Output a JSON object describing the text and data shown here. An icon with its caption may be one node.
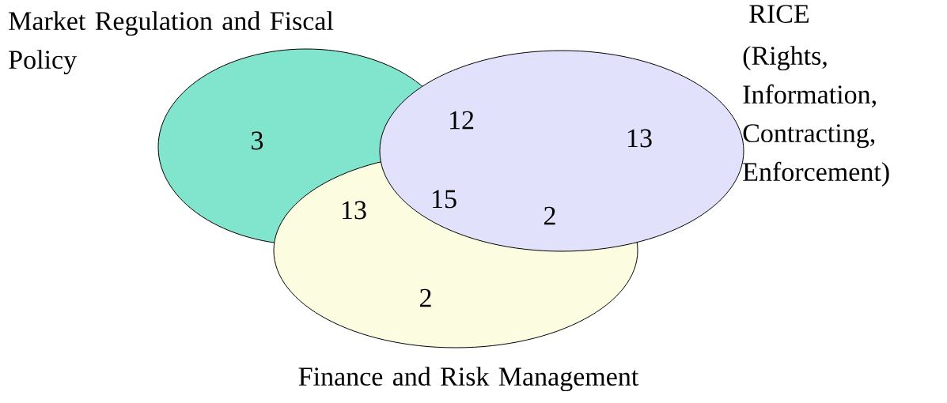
{
  "diagram": {
    "nodes": [
      {
        "text": [
          "Market Regulation and Fiscal Policy"
        ]
      },
      {
        "text": [
          "RICE",
          "(Rights, Information, Contracting, Enforcement)"
        ]
      },
      {
        "text": [
          "Finance and Risk Management"
        ]
      }
    ],
    "labels": [
      "12",
      "3",
      "13",
      "15",
      "13",
      "2",
      "2"
    ]
  }
}
